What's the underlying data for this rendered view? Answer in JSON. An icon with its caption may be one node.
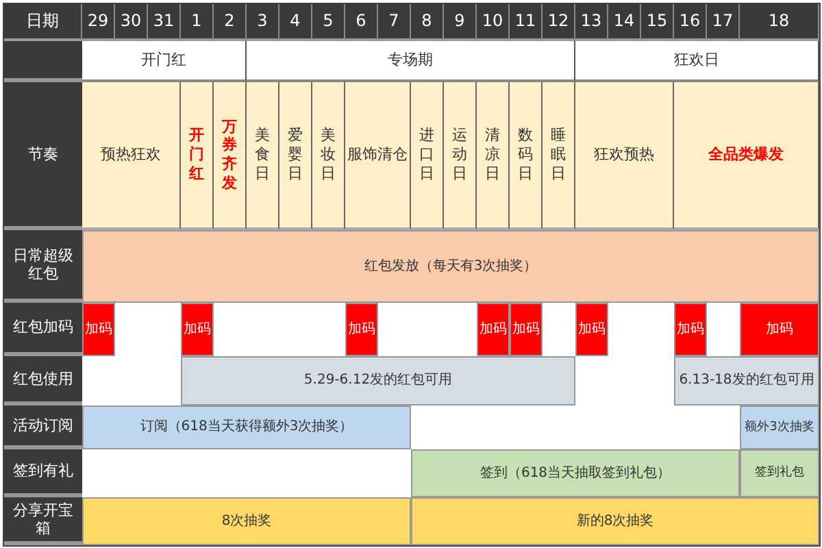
{
  "diagram": {
    "labels": [
      "日期",
      "29",
      "30",
      "31",
      "1",
      "2",
      "3",
      "4",
      "5",
      "6",
      "7",
      "8",
      "9",
      "10",
      "11",
      "12",
      "13",
      "14",
      "15",
      "16",
      "17",
      "18",
      "开门红",
      "专场期",
      "狂欢日",
      "节奏",
      "预热狂欢",
      "开门红",
      "万券齐发",
      "美食日",
      "爱婴日",
      "美妆日",
      "服饰清仓",
      "进口日",
      "运动日",
      "清凉日",
      "数码日",
      "睡眠日",
      "狂欢预热",
      "全品类爆发",
      "日常超级红包",
      "红包发放（每天有3次抽奖）",
      "红包加码",
      "加码",
      "加码",
      "加码",
      "加码",
      "加码",
      "加码",
      "加码",
      "加码",
      "红包使用",
      "5.29-6.12发的红包可用",
      "6.13-18发的红包可用",
      "活动订阅",
      "订阅（618当天获得额外3次抽奖）",
      "额外3次抽奖",
      "签到有礼",
      "签到（618当天抽取签到礼包）",
      "签到礼包",
      "分享开宝箱",
      "8次抽奖",
      "新的8次抽奖"
    ]
  }
}
